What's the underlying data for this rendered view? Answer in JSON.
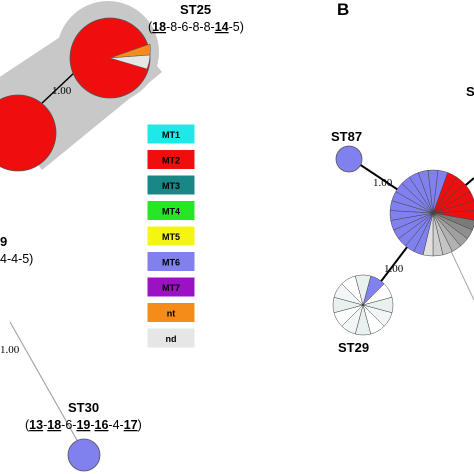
{
  "panel_b_label": "B",
  "panel_a": {
    "st25": {
      "name": "ST25",
      "profile_parts": [
        {
          "t": "(",
          "u": false
        },
        {
          "t": "18",
          "u": true
        },
        {
          "t": "-8-6-8-8-",
          "u": false
        },
        {
          "t": "14",
          "u": true
        },
        {
          "t": "-5)",
          "u": false
        }
      ]
    },
    "left_node_name_partial": "9",
    "left_node_profile_partial": "4-4-5)",
    "link_weight": "1.00",
    "lower_link_weight": "1.00",
    "st30": {
      "name": "ST30",
      "profile_parts": [
        {
          "t": "(",
          "u": false
        },
        {
          "t": "13",
          "u": true
        },
        {
          "t": "-",
          "u": false
        },
        {
          "t": "18",
          "u": true
        },
        {
          "t": "-6-",
          "u": false
        },
        {
          "t": "19",
          "u": true
        },
        {
          "t": "-",
          "u": false
        },
        {
          "t": "16",
          "u": true
        },
        {
          "t": "-4-",
          "u": false
        },
        {
          "t": "17",
          "u": true
        },
        {
          "t": ")",
          "u": false
        }
      ]
    }
  },
  "panel_b": {
    "st87": {
      "name": "ST87"
    },
    "st29": {
      "name": "ST29"
    },
    "top_right_partial": "S",
    "link_weight_upper": "1.00",
    "link_weight_lower": "1.00"
  },
  "legend": {
    "items": [
      {
        "label": "MT1",
        "color": "#1ee8e8"
      },
      {
        "label": "MT2",
        "color": "#ee0e0e"
      },
      {
        "label": "MT3",
        "color": "#1a8787"
      },
      {
        "label": "MT4",
        "color": "#26e626"
      },
      {
        "label": "MT5",
        "color": "#f5f514"
      },
      {
        "label": "MT6",
        "color": "#8080ee"
      },
      {
        "label": "MT7",
        "color": "#9b12c4"
      },
      {
        "label": "nt",
        "color": "#f58c1a"
      },
      {
        "label": "nd",
        "color": "#e6e6e6"
      }
    ]
  },
  "colors": {
    "halo": "#c8c8c8",
    "line": "#000000",
    "gray_line": "#a6a6a6"
  }
}
